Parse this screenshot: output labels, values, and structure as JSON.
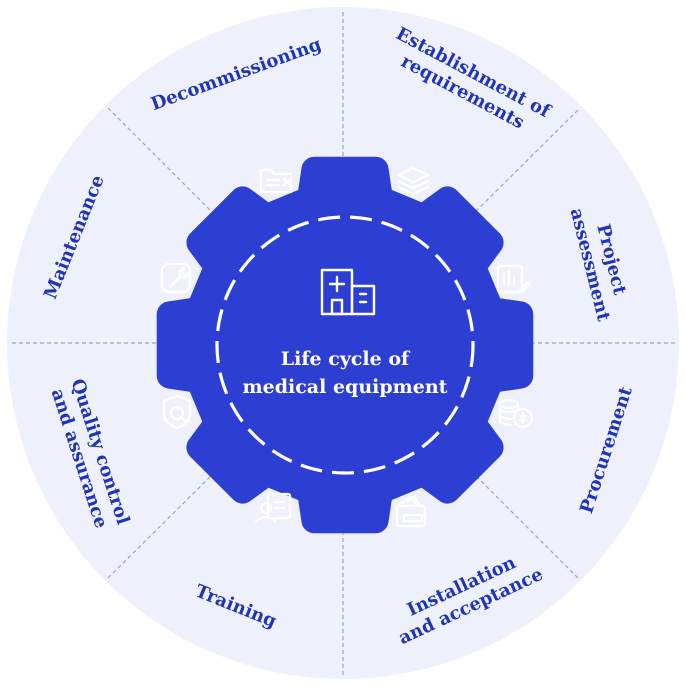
{
  "colors": {
    "ring": "#eef1fb",
    "divider": "#9aa3c7",
    "gear": "#2d3ed3",
    "label": "#1f35b5",
    "icon": "#ffffff"
  },
  "center": {
    "icon": "hospital-icon",
    "title_line1": "Life cycle of",
    "title_line2": "medical equipment"
  },
  "stages": [
    {
      "id": "establishment",
      "lines": [
        "Establishment of",
        "requirements"
      ],
      "icon": "layers-icon"
    },
    {
      "id": "project-assessment",
      "lines": [
        "Project",
        "assessment"
      ],
      "icon": "chart-document-icon"
    },
    {
      "id": "procurement",
      "lines": [
        "Procurement"
      ],
      "icon": "coins-icon"
    },
    {
      "id": "installation",
      "lines": [
        "Installation",
        "and acceptance"
      ],
      "icon": "wallet-icon"
    },
    {
      "id": "training",
      "lines": [
        "Training"
      ],
      "icon": "trainee-icon"
    },
    {
      "id": "quality",
      "lines": [
        "Quality control",
        "and assurance"
      ],
      "icon": "shield-check-icon"
    },
    {
      "id": "maintenance",
      "lines": [
        "Maintenance"
      ],
      "icon": "wrench-icon"
    },
    {
      "id": "decommissioning",
      "lines": [
        "Decommissioning"
      ],
      "icon": "folder-remove-icon"
    }
  ]
}
